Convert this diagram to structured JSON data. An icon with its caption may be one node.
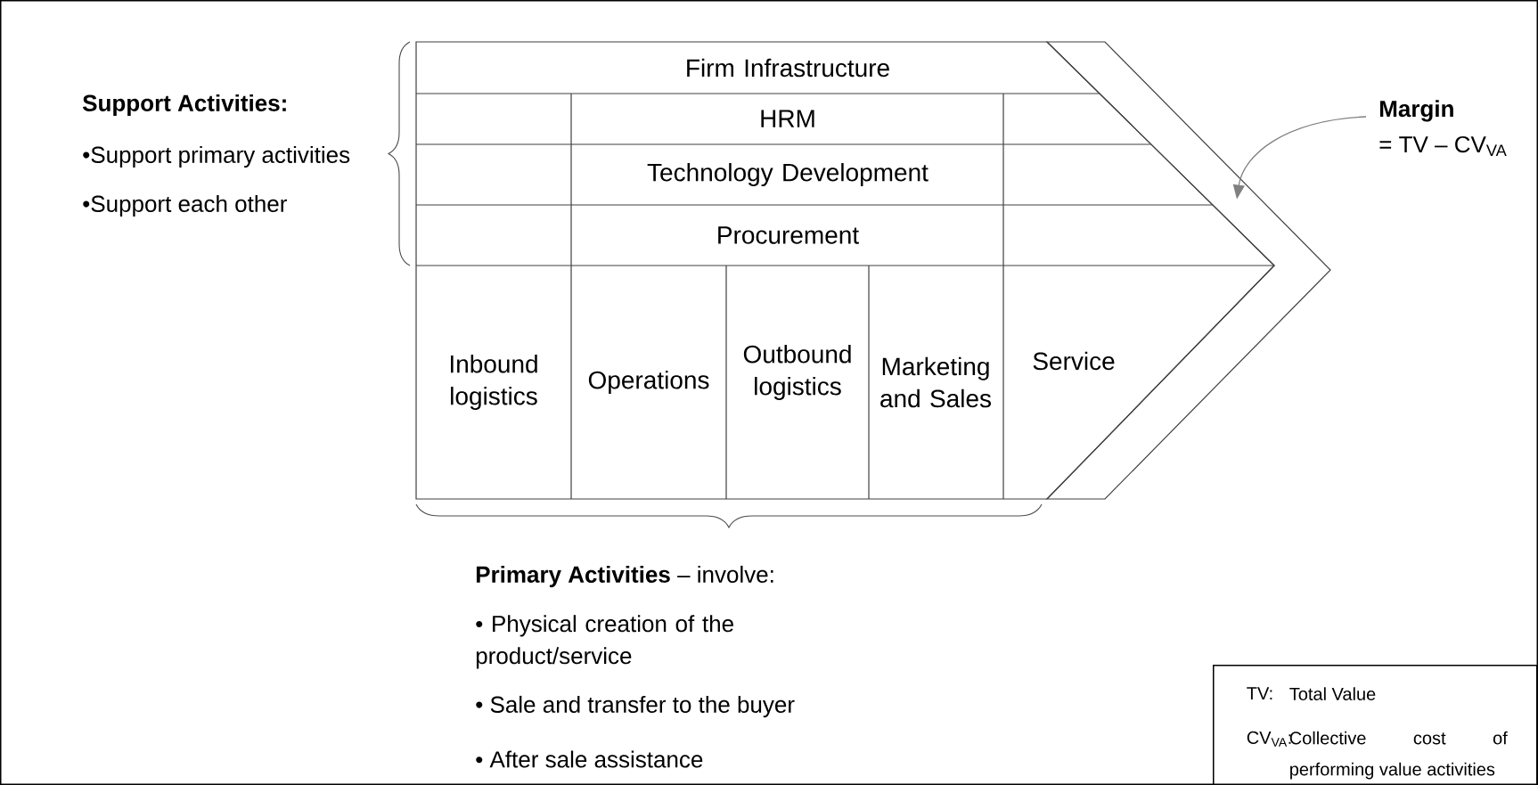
{
  "diagram": {
    "nodes": [
      {
        "text": [
          "Firm Infrastructure"
        ]
      },
      {
        "text": [
          "HRM"
        ]
      },
      {
        "text": [
          "Technology Development"
        ]
      },
      {
        "text": [
          "Procurement"
        ]
      },
      {
        "text": [],
        "shape": "chevron"
      },
      {
        "text": [
          "Margin",
          "= TV – CV$_{VA}$"
        ]
      },
      {
        "text": [
          "Inbound logistics"
        ]
      },
      {
        "text": [
          "Operations"
        ]
      },
      {
        "text": [
          "Outbound logistics"
        ]
      },
      {
        "text": [
          "Marketing and Sales"
        ]
      },
      {
        "text": [
          "Service"
        ]
      },
      {
        "text": [
          "TV:",
          "Total Value",
          "CV$_{VA}$:",
          "Collective cost of performing value activities"
        ]
      }
    ],
    "edges": [
      {
        "from": 5,
        "to": 4,
        "arrow": "to"
      }
    ],
    "labels": [
      "Support Activities:",
      "•Support primary activities",
      "•Support each other",
      "**Primary Activities** – involve:",
      "• Physical creation of the product/service",
      "• Sale and transfer to the buyer",
      "• After sale assistance"
    ]
  }
}
